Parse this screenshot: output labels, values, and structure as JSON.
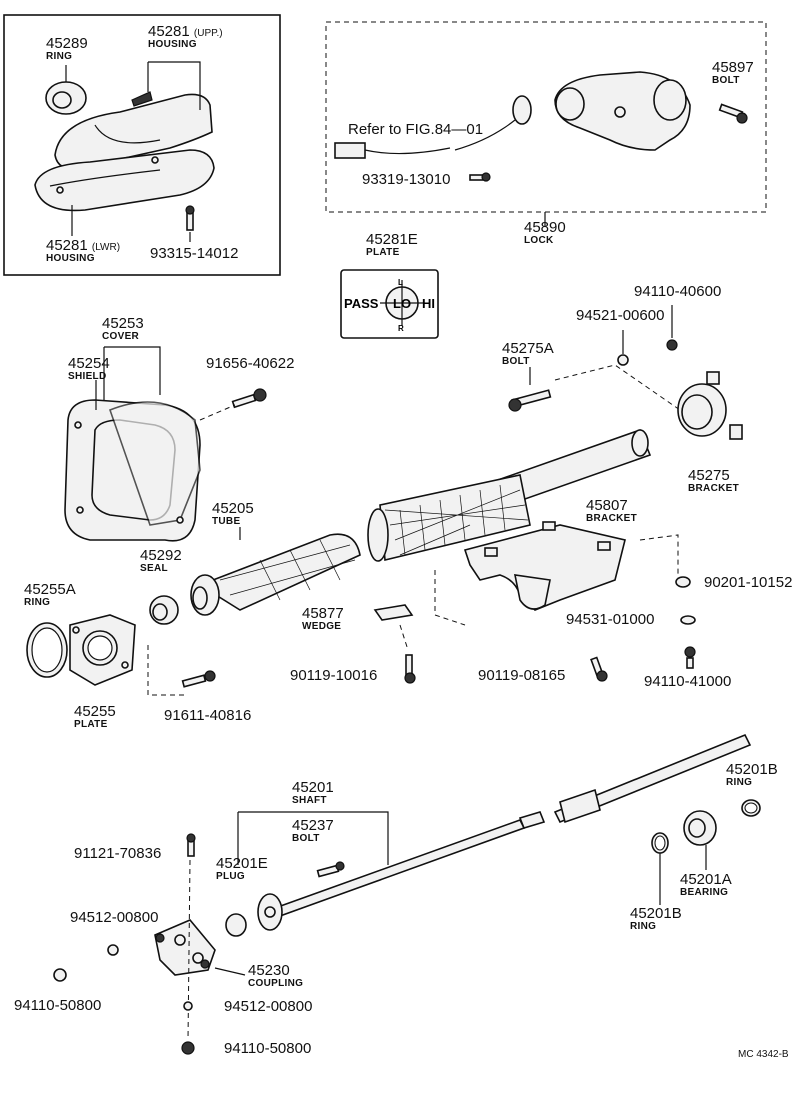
{
  "labels": {
    "ring_45289": {
      "pn": "45289",
      "name": "RING"
    },
    "housing_upp": {
      "pn": "45281",
      "note": "(UPP.)",
      "name": "HOUSING"
    },
    "housing_lwr": {
      "pn": "45281",
      "note": "(LWR)",
      "name": "HOUSING"
    },
    "bolt_93315": {
      "pn": "93315-14012"
    },
    "refer": {
      "text": "Refer to FIG.84—01"
    },
    "bolt_45897": {
      "pn": "45897",
      "name": "BOLT"
    },
    "screw_93319": {
      "pn": "93319-13010"
    },
    "lock_45890": {
      "pn": "45890",
      "name": "LOCK"
    },
    "plate_45281e": {
      "pn": "45281E",
      "name": "PLATE"
    },
    "nut_94110_40600": {
      "pn": "94110-40600"
    },
    "washer_94521": {
      "pn": "94521-00600"
    },
    "bolt_45275a": {
      "pn": "45275A",
      "name": "BOLT"
    },
    "bracket_45275": {
      "pn": "45275",
      "name": "BRACKET"
    },
    "cover_45253": {
      "pn": "45253",
      "name": "COVER"
    },
    "shield_45254": {
      "pn": "45254",
      "name": "SHIELD"
    },
    "bolt_91656": {
      "pn": "91656-40622"
    },
    "tube_45205": {
      "pn": "45205",
      "name": "TUBE"
    },
    "seal_45292": {
      "pn": "45292",
      "name": "SEAL"
    },
    "bracket_45807": {
      "pn": "45807",
      "name": "BRACKET"
    },
    "ring_45255a": {
      "pn": "45255A",
      "name": "RING"
    },
    "wedge_45877": {
      "pn": "45877",
      "name": "WEDGE"
    },
    "washer_90201": {
      "pn": "90201-10152"
    },
    "washer_94531": {
      "pn": "94531-01000"
    },
    "nut_94110_41000": {
      "pn": "94110-41000"
    },
    "plate_45255": {
      "pn": "45255",
      "name": "PLATE"
    },
    "bolt_90119_10016": {
      "pn": "90119-10016"
    },
    "bolt_90119_08165": {
      "pn": "90119-08165"
    },
    "bolt_91611": {
      "pn": "91611-40816"
    },
    "shaft_45201": {
      "pn": "45201",
      "name": "SHAFT"
    },
    "ring_45201b_top": {
      "pn": "45201B",
      "name": "RING"
    },
    "bolt_45237": {
      "pn": "45237",
      "name": "BOLT"
    },
    "bolt_91121": {
      "pn": "91121-70836"
    },
    "plug_45201e": {
      "pn": "45201E",
      "name": "PLUG"
    },
    "bearing_45201a": {
      "pn": "45201A",
      "name": "BEARING"
    },
    "ring_45201b_bottom": {
      "pn": "45201B",
      "name": "RING"
    },
    "washer_94512_top": {
      "pn": "94512-00800"
    },
    "coupling_45230": {
      "pn": "45230",
      "name": "COUPLING"
    },
    "nut_94110_50800_left": {
      "pn": "94110-50800"
    },
    "washer_94512_bottom": {
      "pn": "94512-00800"
    },
    "nut_94110_50800_bottom": {
      "pn": "94110-50800"
    }
  },
  "plate_text": {
    "left": "PASS",
    "center": "LO",
    "right": "HI",
    "top": "L",
    "bottom": "R"
  },
  "catalog_code": "MC 4342-B"
}
